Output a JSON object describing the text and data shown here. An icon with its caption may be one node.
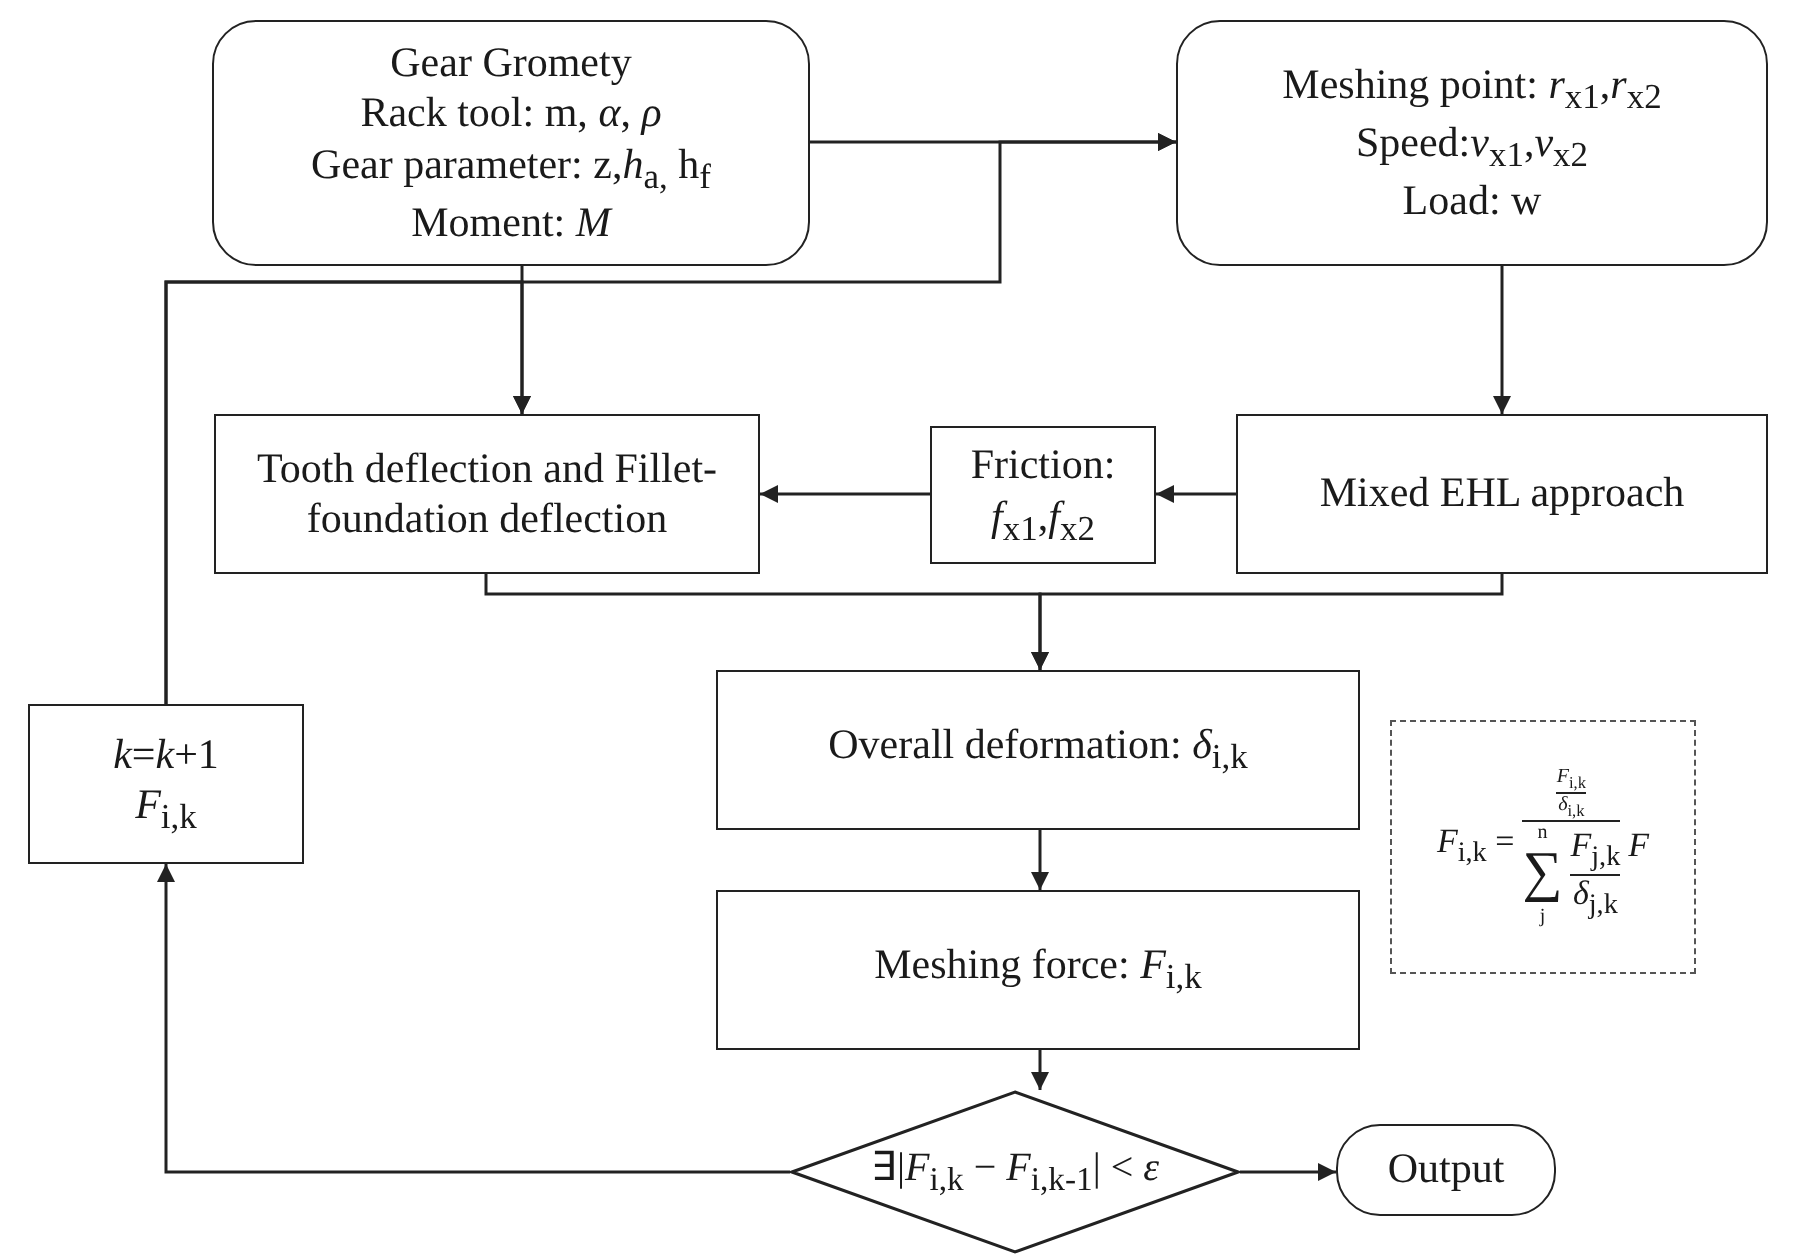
{
  "diagram": {
    "nodes": [
      {
        "text": [
          "Gear Gromety",
          "Rack tool: m, *α*, *ρ*",
          "Gear parameter: z,*h*$_{a,}$ h$_{f}$",
          "Moment: *M*"
        ]
      },
      {
        "text": [
          "Meshing point: *r*$_{x1}$,*r*$_{x2}$",
          "Speed:*v*$_{x1}$,*v*$_{x2}$",
          "Load: w"
        ]
      },
      {
        "text": [
          "Tooth deflection and Fillet-foundation deflection"
        ]
      },
      {
        "text": [
          "Friction: *f*$_{x1}$,*f*$_{x2}$"
        ]
      },
      {
        "text": [
          "Mixed EHL approach"
        ]
      },
      {
        "text": [
          "*k*=*k*+1 *F*$_{i,k}$"
        ]
      },
      {
        "text": [
          "Overall deformation: *δ*$_{i,k}$"
        ]
      },
      {
        "text": [
          "*F*$_{i,k}$ =",
          "*F*$_{i,k}$",
          "*δ*$_{i,k}$",
          "*F*",
          "n",
          "∑",
          "j",
          "*F*$_{j,k}$",
          "*δ*$_{j,k}$"
        ]
      },
      {
        "text": [
          "Meshing force: *F*$_{i,k}$"
        ]
      },
      {
        "text": [
          "∃|*F*$_{i,k}$ − *F*$_{i,k-1}$| < *ε*"
        ]
      },
      {
        "text": [
          "Output"
        ]
      }
    ],
    "edges": [
      {
        "from": 0,
        "to": 1,
        "arrow": "to"
      },
      {
        "from": 0,
        "to": 2,
        "arrow": "to"
      },
      {
        "from": 5,
        "to": 2,
        "arrow": "to"
      },
      {
        "from": 5,
        "to": 1,
        "arrow": "to"
      },
      {
        "from": 1,
        "to": 4,
        "arrow": "to"
      },
      {
        "from": 4,
        "to": 3,
        "arrow": "to"
      },
      {
        "from": 3,
        "to": 2,
        "arrow": "to"
      },
      {
        "from": 2,
        "to": 6,
        "arrow": "to"
      },
      {
        "from": 4,
        "to": 6,
        "arrow": "to"
      },
      {
        "from": 6,
        "to": 8,
        "arrow": "to"
      },
      {
        "from": 8,
        "to": 9,
        "arrow": "to"
      },
      {
        "from": 9,
        "to": 10,
        "arrow": "to"
      },
      {
        "from": 9,
        "to": 5,
        "arrow": "to"
      }
    ]
  }
}
